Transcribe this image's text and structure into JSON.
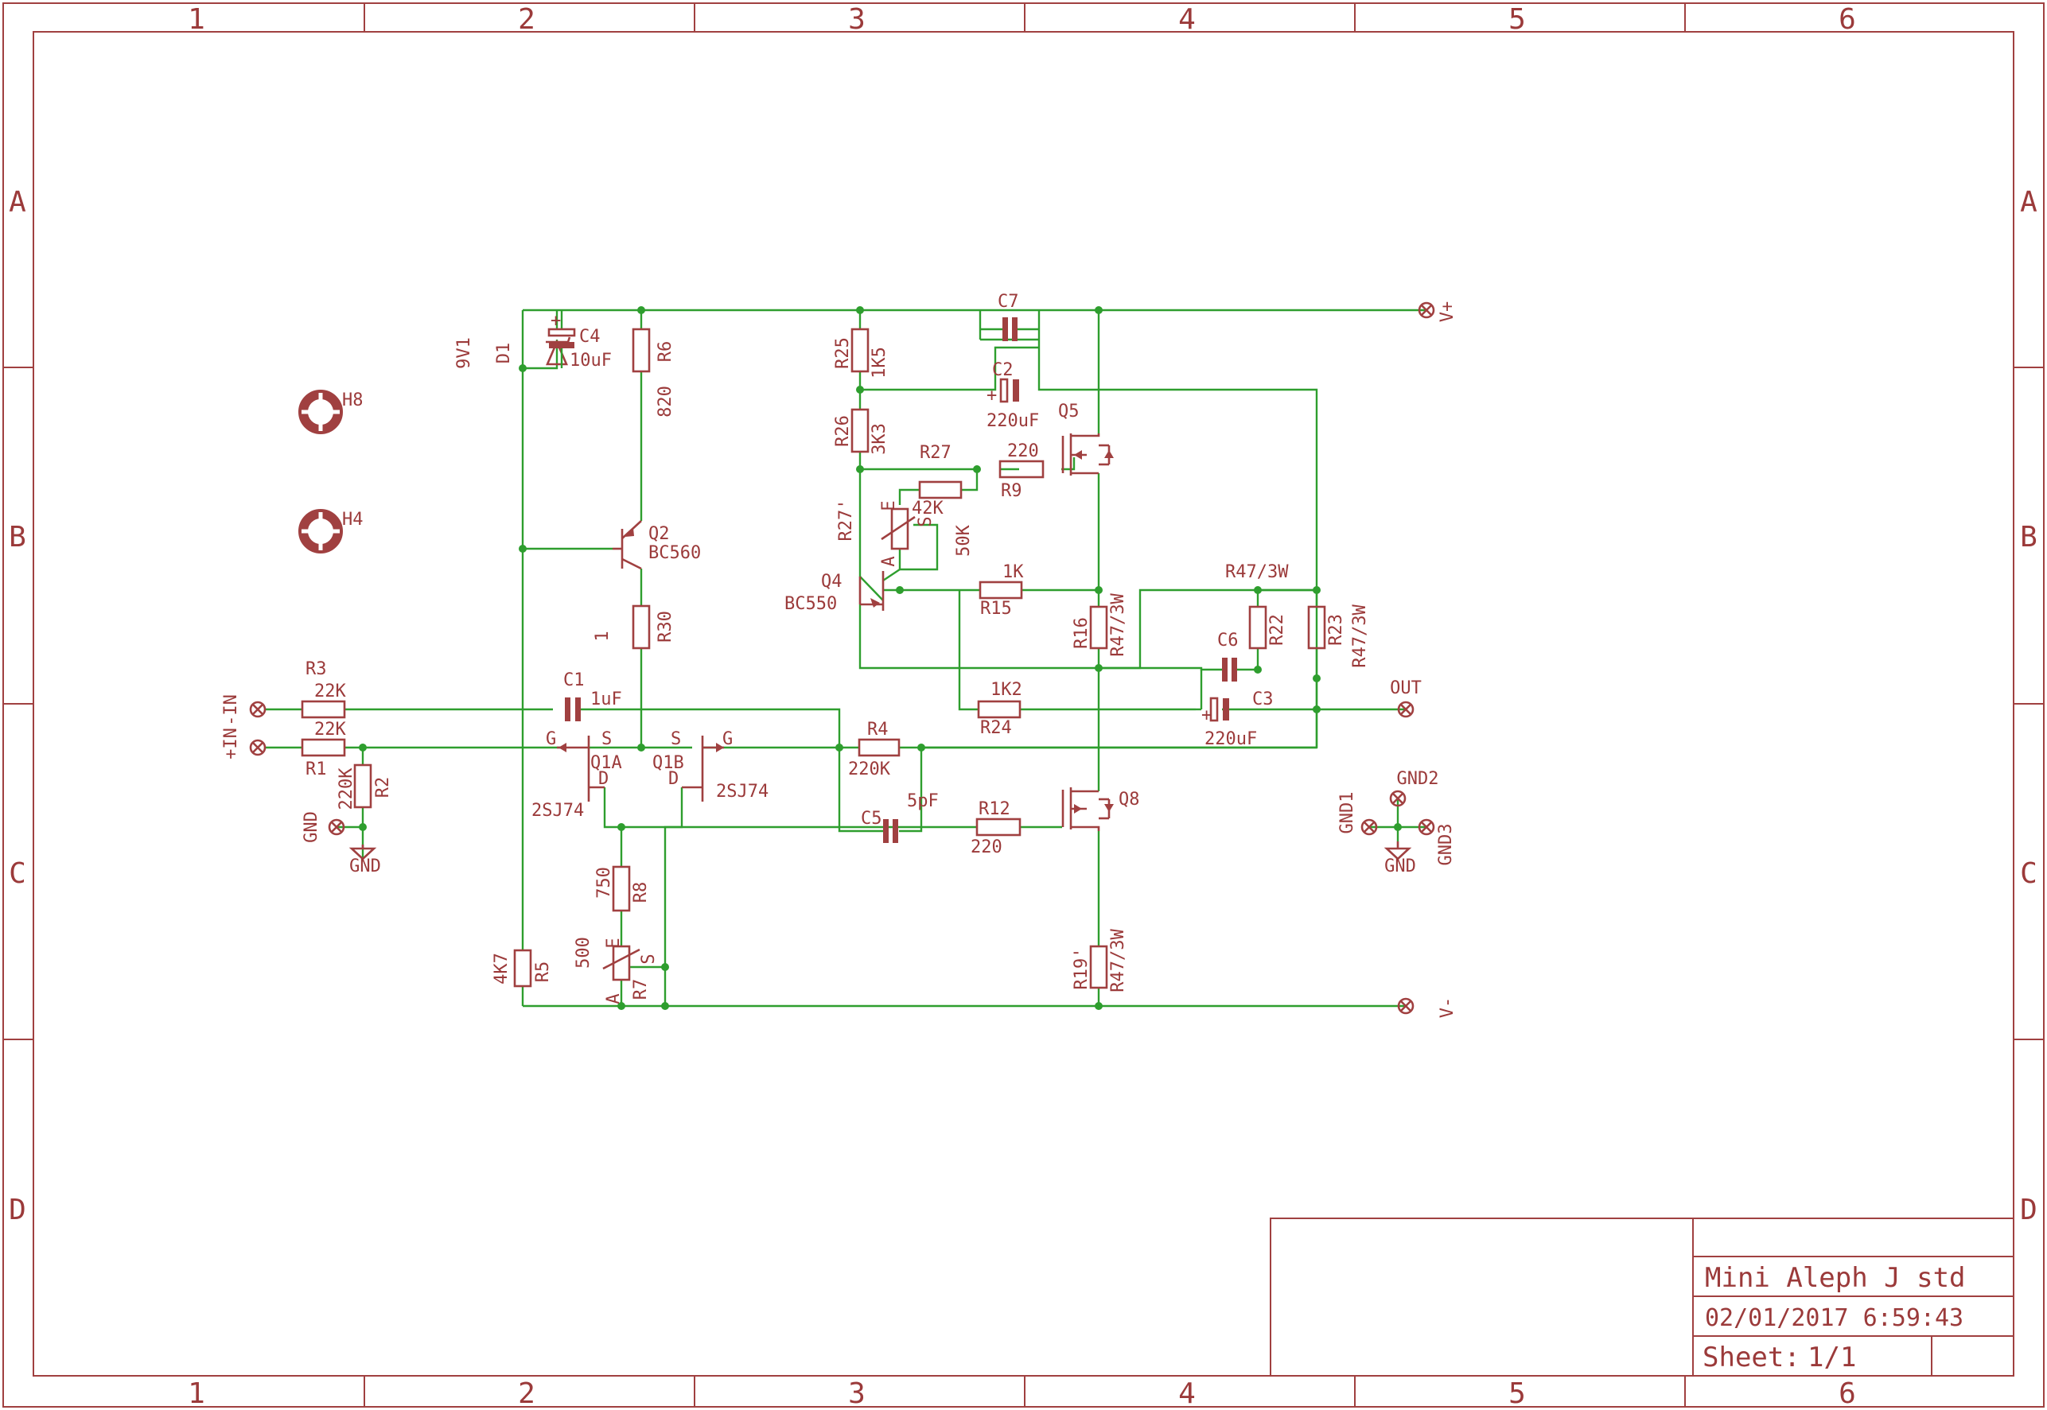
{
  "frame": {
    "columns": [
      "1",
      "2",
      "3",
      "4",
      "5",
      "6"
    ],
    "rows": [
      "A",
      "B",
      "C",
      "D"
    ]
  },
  "title_block": {
    "title": "Mini Aleph J std",
    "datetime": "02/01/2017 6:59:43",
    "sheet_label": "Sheet:",
    "sheet_value": "1/1"
  },
  "connectors": {
    "vplus": "V+",
    "vminus": "V-",
    "out": "OUT",
    "in_neg": "-IN",
    "in_pos": "+IN",
    "gnd_left": "GND",
    "gnd1": "GND1",
    "gnd2": "GND2",
    "gnd3": "GND3"
  },
  "ground_symbols": {
    "left": "GND",
    "right": "GND"
  },
  "holes": {
    "h8": "H8",
    "h4": "H4"
  },
  "components": {
    "r3": {
      "name": "R3",
      "value": "22K"
    },
    "r1": {
      "name": "R1",
      "value": "22K"
    },
    "r2": {
      "name": "R2",
      "value": "220K"
    },
    "d1": {
      "name": "D1",
      "value": "9V1"
    },
    "c4": {
      "name": "C4",
      "value": "10uF"
    },
    "r6": {
      "name": "R6",
      "value": "820"
    },
    "q2": {
      "name": "Q2",
      "value": "BC560"
    },
    "r30": {
      "name": "R30",
      "value": "1"
    },
    "c1": {
      "name": "C1",
      "value": "1uF"
    },
    "q1a": {
      "name": "Q1A",
      "value": "2SJ74"
    },
    "q1b": {
      "name": "Q1B",
      "value": "2SJ74"
    },
    "r8": {
      "name": "R8",
      "value": "750"
    },
    "r7": {
      "name": "R7",
      "value": "500"
    },
    "r5": {
      "name": "R5",
      "value": "4K7"
    },
    "r25": {
      "name": "R25",
      "value": "1K5"
    },
    "r26": {
      "name": "R26",
      "value": "3K3"
    },
    "c7": {
      "name": "C7",
      "value": ""
    },
    "c2": {
      "name": "C2",
      "value": "220uF"
    },
    "q5": {
      "name": "Q5",
      "value": ""
    },
    "r27": {
      "name": "R27",
      "value": ""
    },
    "r9": {
      "name": "R9",
      "value": "220"
    },
    "r27p": {
      "name": "R27'",
      "value": "50K"
    },
    "q4": {
      "name": "Q4",
      "value": "BC550"
    },
    "r15": {
      "name": "R15",
      "value": "1K"
    },
    "r16": {
      "name": "R16",
      "value": "R47/3W"
    },
    "r24": {
      "name": "R24",
      "value": "1K2"
    },
    "r4": {
      "name": "R4",
      "value": "220K"
    },
    "c5": {
      "name": "C5",
      "value": "5pF"
    },
    "r12": {
      "name": "R12",
      "value": "220"
    },
    "q8": {
      "name": "Q8",
      "value": ""
    },
    "r19": {
      "name": "R19'",
      "value": "R47/3W"
    },
    "c6": {
      "name": "C6",
      "value": ""
    },
    "r22": {
      "name": "R22",
      "value": "R47/3W"
    },
    "r23": {
      "name": "R23",
      "value": "R47/3W"
    },
    "c3": {
      "name": "C3",
      "value": "220uF"
    }
  },
  "pin_labels": {
    "g": "G",
    "s": "S",
    "d": "D",
    "a": "A",
    "e": "E",
    "r27_value": "42K",
    "plus": "+"
  },
  "colors": {
    "frame": "#a04040",
    "wire": "#2e9e2e",
    "text": "#9b3a3a"
  }
}
